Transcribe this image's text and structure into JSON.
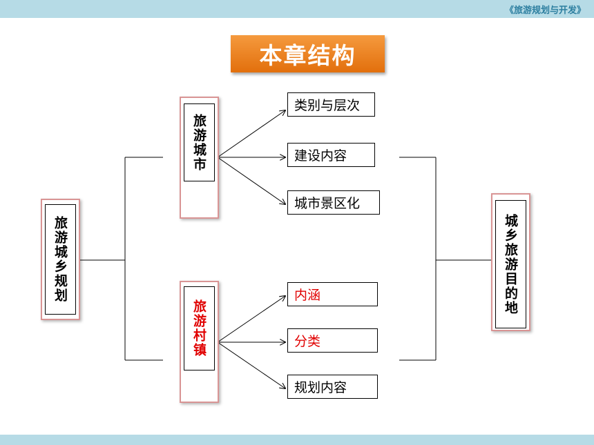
{
  "header": {
    "course_title": "《旅游规划与开发》"
  },
  "slide": {
    "title": "本章结构"
  },
  "nodes": {
    "root": "旅游城乡规划",
    "city": "旅游城市",
    "town": "旅游村镇",
    "destination": "城乡旅游目的地"
  },
  "city_items": [
    "类别与层次",
    "建设内容",
    "城市景区化"
  ],
  "town_items": [
    "内涵",
    "分类",
    "规划内容"
  ],
  "colors": {
    "accent": "#e26f0c",
    "highlight_text": "#e00000",
    "node_border": "#d99494",
    "bar": "#b6dbe6"
  }
}
